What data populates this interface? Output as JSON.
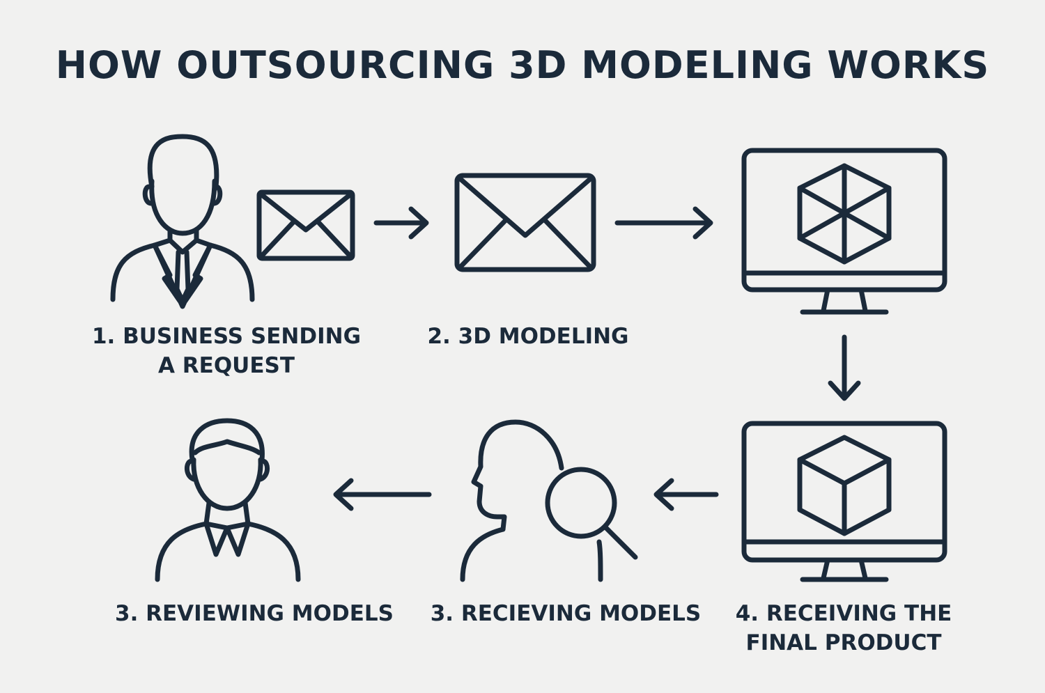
{
  "title": "HOW OUTSOURCING 3D MODELING WORKS",
  "steps": [
    {
      "line1": "1. BUSINESS SENDING",
      "line2": "A REQUEST"
    },
    {
      "line1": "2. 3D MODELING",
      "line2": ""
    },
    {
      "line1": "3. REVIEWING MODELS",
      "line2": ""
    },
    {
      "line1": "3. RECIEVING MODELS",
      "line2": ""
    },
    {
      "line1": "4. RECEIVING THE",
      "line2": "FINAL PRODUCT"
    }
  ],
  "colors": {
    "background": "#f1f1f0",
    "ink": "#1b2a3a"
  },
  "icons": [
    "businessman-icon",
    "envelope-icon",
    "monitor-cube-icon",
    "person-icon",
    "magnifier-person-icon"
  ]
}
